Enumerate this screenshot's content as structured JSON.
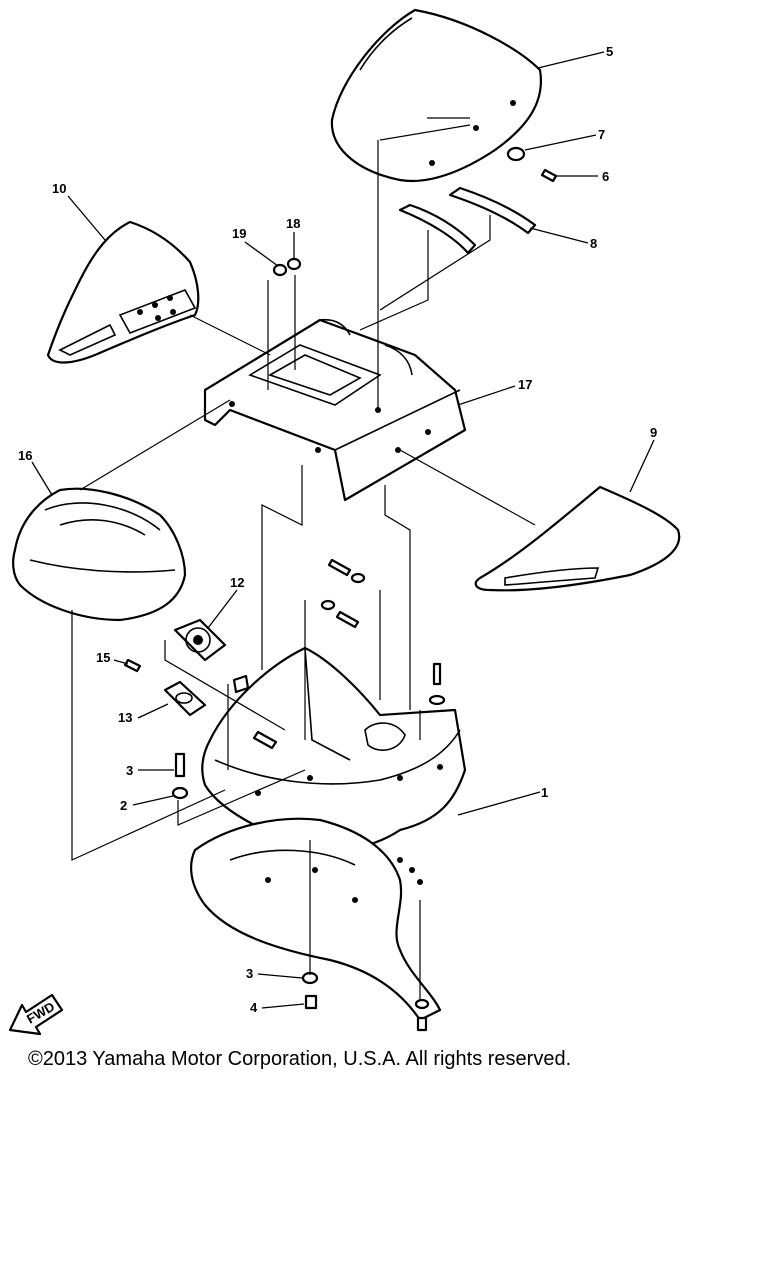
{
  "callouts": {
    "c1": "1",
    "c2": "2",
    "c3a": "3",
    "c3b": "3",
    "c4": "4",
    "c5": "5",
    "c6": "6",
    "c7": "7",
    "c8": "8",
    "c9": "9",
    "c10": "10",
    "c12": "12",
    "c13": "13",
    "c15": "15",
    "c16": "16",
    "c17": "17",
    "c18": "18",
    "c19": "19"
  },
  "fwd_label": "FWD",
  "copyright": "©2013 Yamaha Motor Corporation, U.S.A. All rights reserved."
}
